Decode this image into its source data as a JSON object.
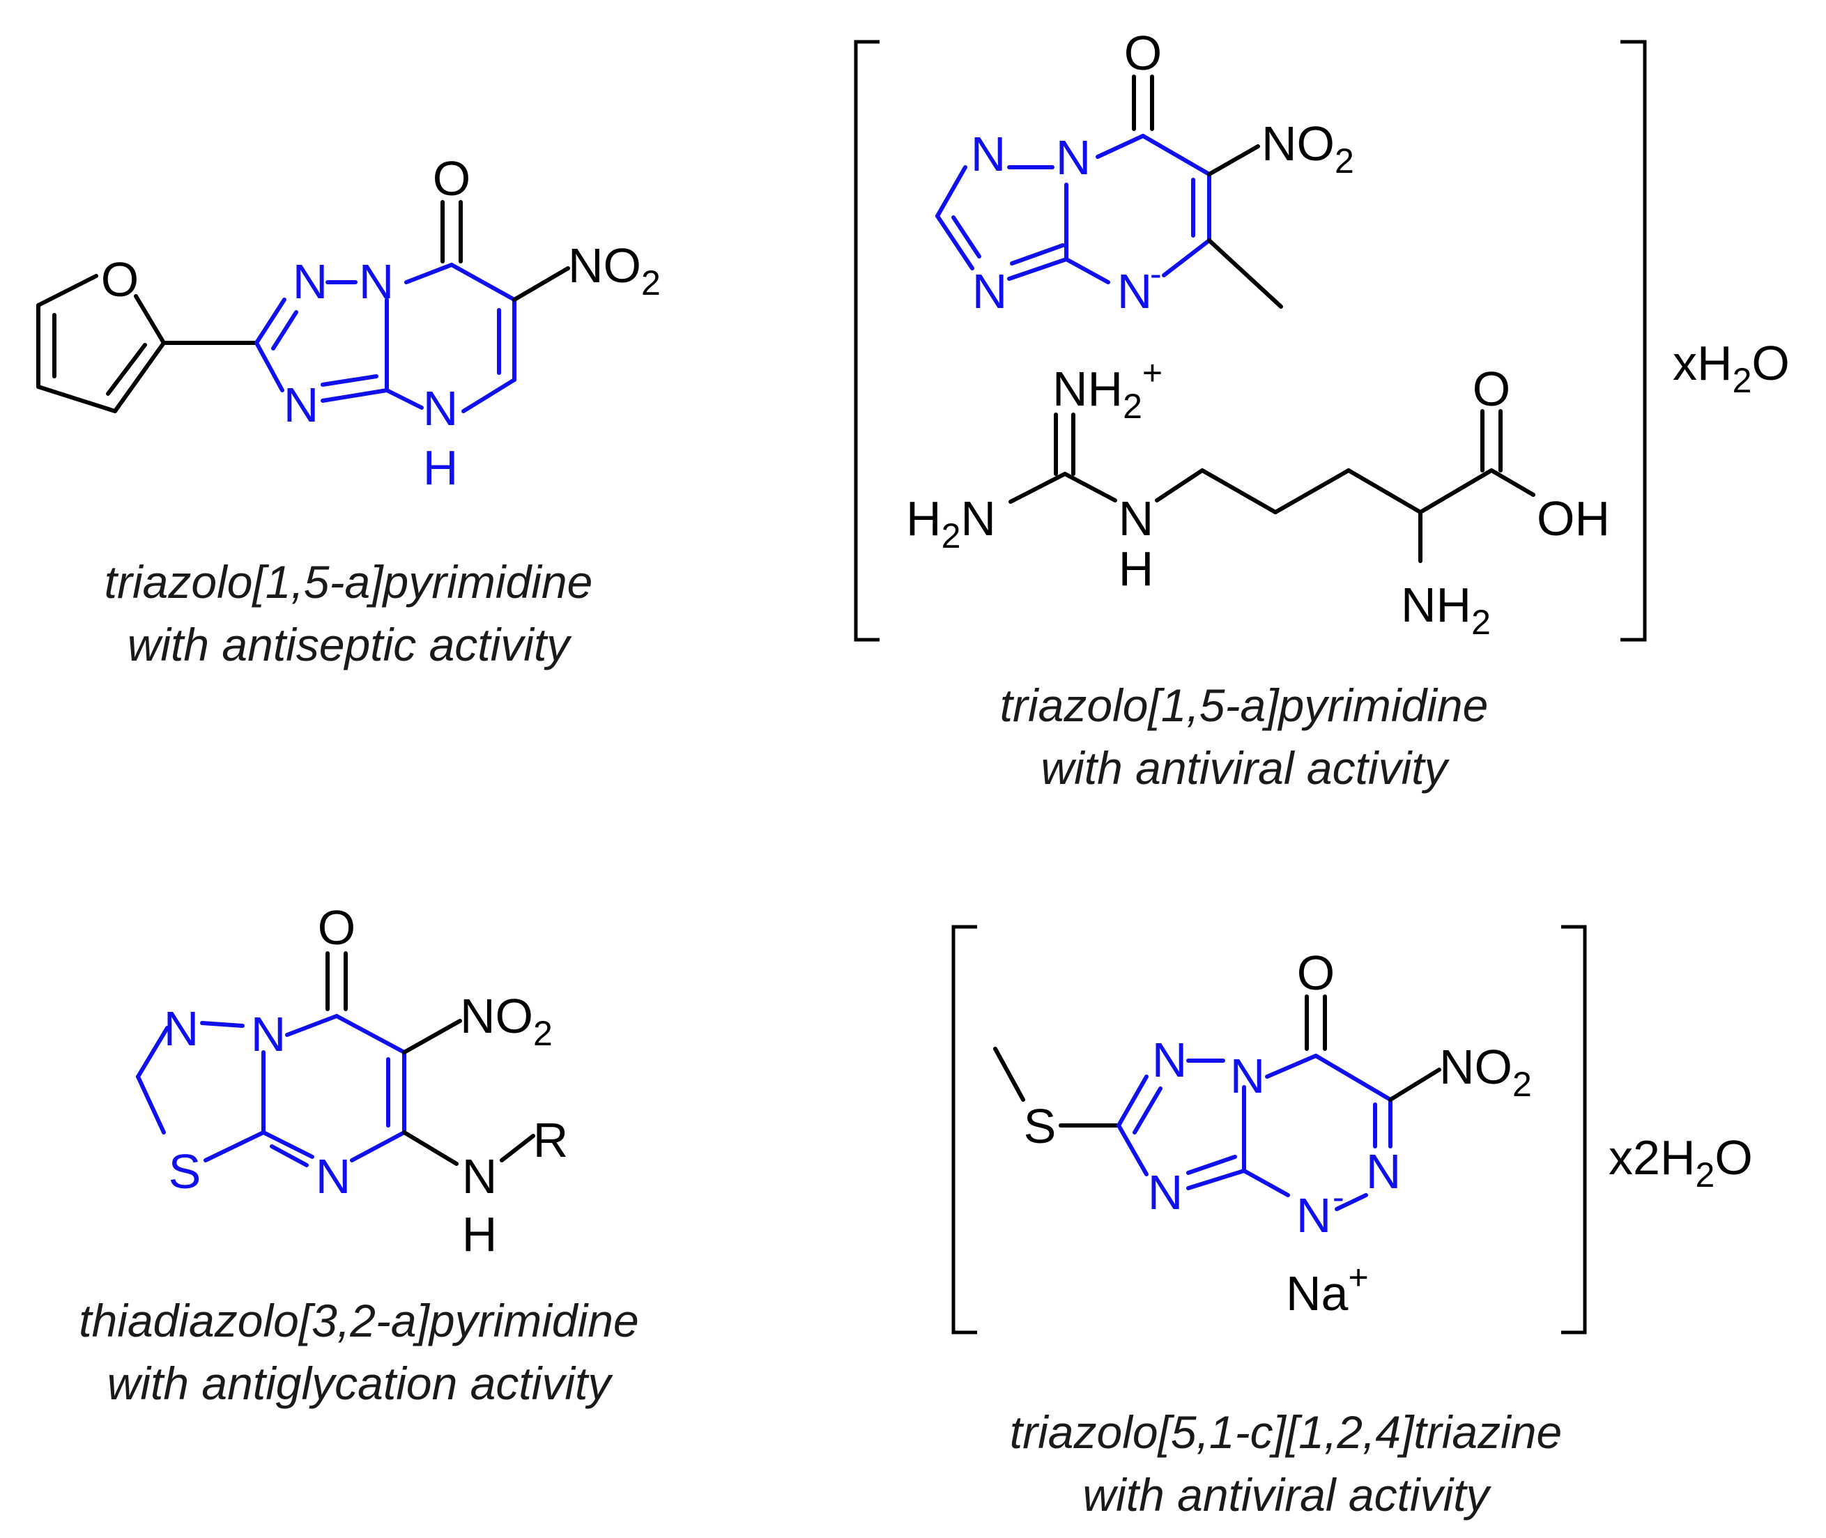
{
  "colors": {
    "heterocycle": "#1010ee",
    "default": "#000000",
    "caption": "#1a1a1a"
  },
  "atoms": {
    "O": "O",
    "N": "N",
    "H": "H",
    "S": "S",
    "R": "R",
    "Na": "Na",
    "NO": "NO",
    "NH": "NH",
    "OH": "OH",
    "two": "2",
    "plus": "+",
    "minus": "-"
  },
  "compounds": [
    {
      "caption_line1": "triazolo[1,5-a]pyrimidine",
      "caption_line2": "with antiseptic activity"
    },
    {
      "caption_line1": "triazolo[1,5-a]pyrimidine",
      "caption_line2": "with antiviral activity",
      "hydrate_x": "x",
      "hydrate_H": "H",
      "hydrate_sub": "2",
      "hydrate_O": "O"
    },
    {
      "caption_line1": "thiadiazolo[3,2-a]pyrimidine",
      "caption_line2": "with antiglycation activity"
    },
    {
      "caption_line1": "triazolo[5,1-c][1,2,4]triazine",
      "caption_line2": "with antiviral activity",
      "hydrate_x": "x2",
      "hydrate_H": "H",
      "hydrate_sub": "2",
      "hydrate_O": "O"
    }
  ]
}
